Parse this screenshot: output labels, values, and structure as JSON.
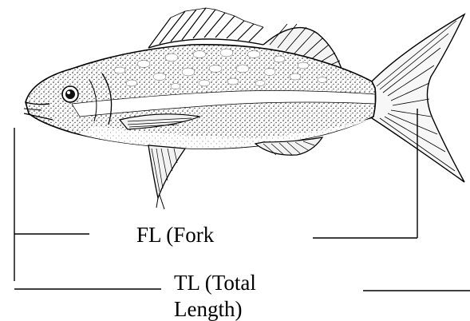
{
  "diagram": {
    "fork_length_label": "FL (Fork",
    "total_length_label": "TL (Total",
    "total_length_label_line2": "Length)",
    "colors": {
      "ink": "#000000",
      "background": "#ffffff"
    }
  }
}
